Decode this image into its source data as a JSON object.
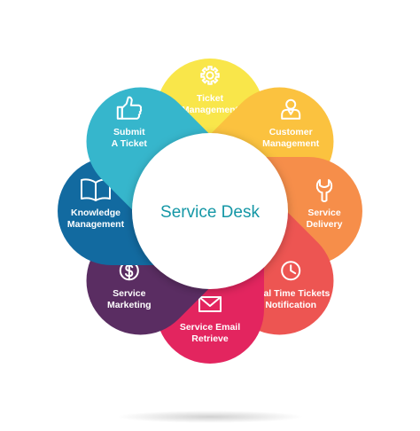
{
  "center": {
    "label": "Service Desk",
    "color": "#1597a6"
  },
  "petals": [
    {
      "lines": [
        "Ticket",
        "Management"
      ],
      "color": "#f9e64a",
      "icon": "gear-icon"
    },
    {
      "lines": [
        "Customer",
        "Management"
      ],
      "color": "#fbc23f",
      "icon": "person-icon"
    },
    {
      "lines": [
        "Service",
        "Delivery"
      ],
      "color": "#f68e4a",
      "icon": "wrench-icon"
    },
    {
      "lines": [
        "Real Time Tickets",
        "Notification"
      ],
      "color": "#ed5552",
      "icon": "clock-icon"
    },
    {
      "lines": [
        "Service Email",
        "Retrieve"
      ],
      "color": "#e3255f",
      "icon": "envelope-icon"
    },
    {
      "lines": [
        "Service",
        "Marketing"
      ],
      "color": "#5a2d62",
      "icon": "dollar-coin-icon"
    },
    {
      "lines": [
        "Knowledge",
        "Management"
      ],
      "color": "#126aa0",
      "icon": "book-icon"
    },
    {
      "lines": [
        "Submit",
        "A Ticket"
      ],
      "color": "#36b6cc",
      "icon": "thumbs-up-icon"
    }
  ]
}
